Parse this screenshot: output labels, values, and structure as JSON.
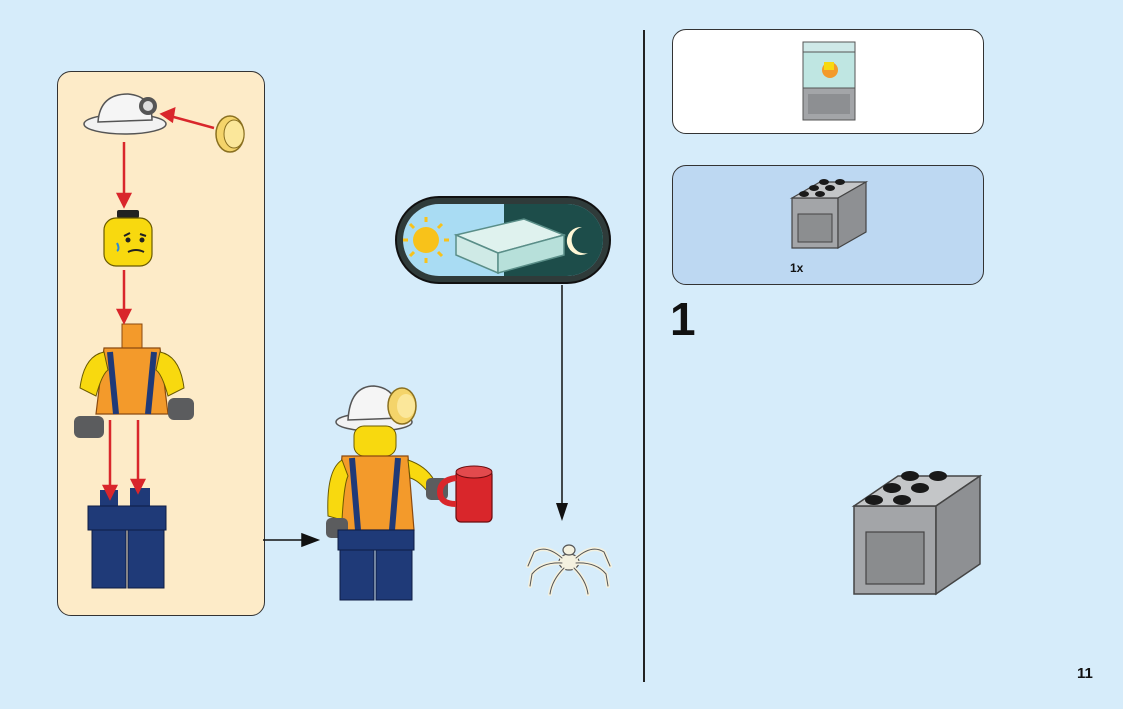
{
  "parts_list": {
    "quantity": "1x"
  },
  "step": {
    "number": "1"
  },
  "page": {
    "number": "11"
  },
  "illustrations": {
    "helmet": "mining-helmet-icon",
    "lamp": "helmet-lamp-icon",
    "head": "minifig-head-icon",
    "torso": "minifig-torso-icon",
    "legs": "minifig-legs-icon",
    "miner": "assembled-miner-icon",
    "cup": "red-cup-icon",
    "spider": "glow-spider-icon",
    "glow_callout": "glow-in-the-dark-brick-icon",
    "cabinet": "grey-cabinet-brick-icon",
    "shop": "finished-model-preview-icon"
  },
  "colors": {
    "background": "#d6ecfa",
    "submodel_panel": "#fdebc8",
    "parts_panel": "#bdd8f2",
    "arrow_red": "#d9262b",
    "minifig_yellow": "#f8d90f",
    "vest_orange": "#f39a2b",
    "pants_blue": "#1f3a78",
    "brick_grey": "#a3a5a8"
  }
}
